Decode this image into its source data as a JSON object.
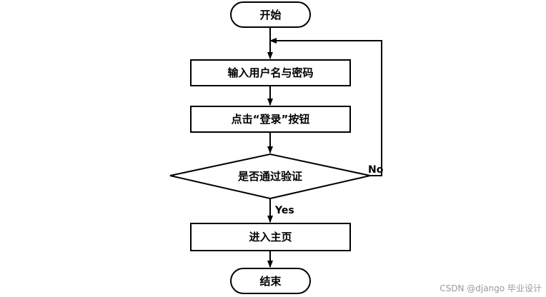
{
  "flowchart": {
    "nodes": {
      "start": "开始",
      "input_credentials": "输入用户名与密码",
      "click_login": "点击“登录”按钮",
      "verify_check": "是否通过验证",
      "enter_home": "进入主页",
      "end": "结束"
    },
    "edges": {
      "yes_label": "Yes",
      "no_label": "No"
    }
  },
  "watermark": "CSDN @django   毕业设计"
}
